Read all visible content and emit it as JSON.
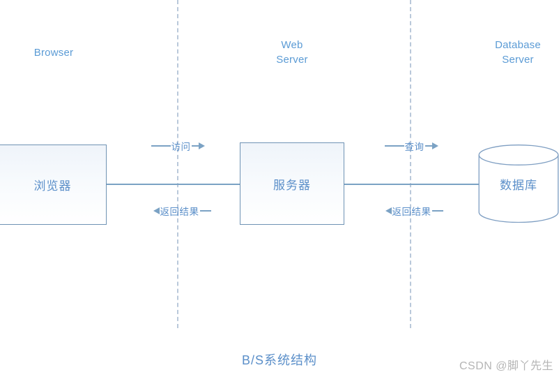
{
  "diagram": {
    "title": "B/S系统结构",
    "watermark": "CSDN @脚丫先生",
    "colors": {
      "accent": "#5b9bd5",
      "node_border": "#6f93b4",
      "connector": "#7ba2c4",
      "divider": "#b9c8da",
      "label_text": "#5b8fc9",
      "watermark_text": "#b5b5b5",
      "background": "#ffffff"
    },
    "lanes": [
      {
        "id": "browser",
        "title": "Browser"
      },
      {
        "id": "web",
        "title": "Web\nServer"
      },
      {
        "id": "database",
        "title": "Database\nServer"
      }
    ],
    "nodes": [
      {
        "id": "browser",
        "label": "浏览器",
        "shape": "rectangle"
      },
      {
        "id": "server",
        "label": "服务器",
        "shape": "rectangle"
      },
      {
        "id": "database",
        "label": "数据库",
        "shape": "cylinder"
      }
    ],
    "messages": [
      {
        "id": "access",
        "label": "访问",
        "direction": "right",
        "from": "browser",
        "to": "server"
      },
      {
        "id": "return-1",
        "label": "返回结果",
        "direction": "left",
        "from": "server",
        "to": "browser"
      },
      {
        "id": "query",
        "label": "查询",
        "direction": "right",
        "from": "server",
        "to": "database"
      },
      {
        "id": "return-2",
        "label": "返回结果",
        "direction": "left",
        "from": "database",
        "to": "server"
      }
    ]
  }
}
